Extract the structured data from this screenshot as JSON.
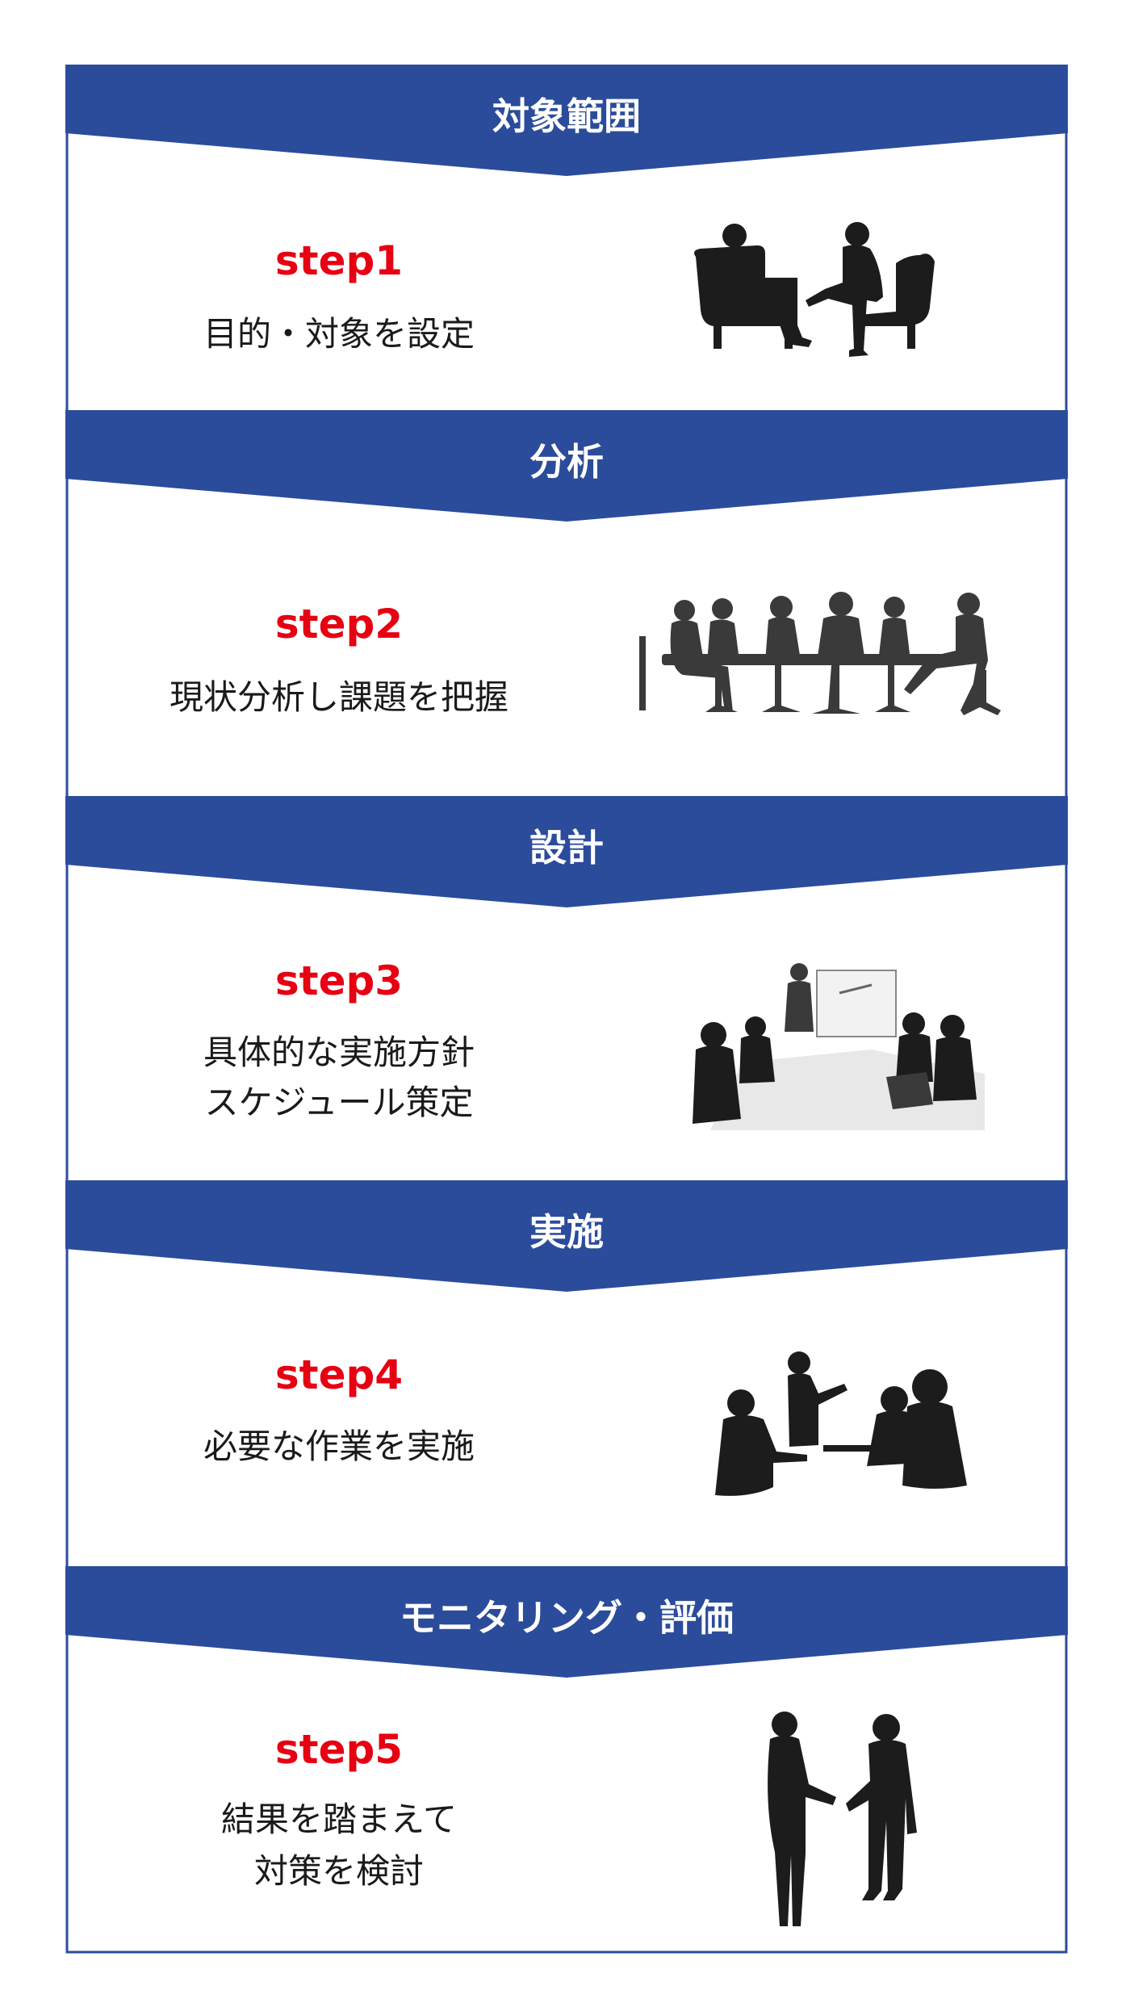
{
  "colors": {
    "banner": "#2b4c9b",
    "border": "#2b4c9b",
    "step_label": "#e60012",
    "text": "#1a1a1a"
  },
  "sections": [
    {
      "title": "対象範囲",
      "step": "step1",
      "description": [
        "目的・対象を設定"
      ],
      "illustration": "interview-silhouette-icon"
    },
    {
      "title": "分析",
      "step": "step2",
      "description": [
        "現状分析し課題を把握"
      ],
      "illustration": "meeting-table-silhouette-icon"
    },
    {
      "title": "設計",
      "step": "step3",
      "description": [
        "具体的な実施方針",
        "スケジュール策定"
      ],
      "illustration": "presentation-silhouette-icon"
    },
    {
      "title": "実施",
      "step": "step4",
      "description": [
        "必要な作業を実施"
      ],
      "illustration": "discussion-silhouette-icon"
    },
    {
      "title": "モニタリング・評価",
      "step": "step5",
      "description": [
        "結果を踏まえて",
        "対策を検討"
      ],
      "illustration": "handshake-silhouette-icon"
    }
  ]
}
